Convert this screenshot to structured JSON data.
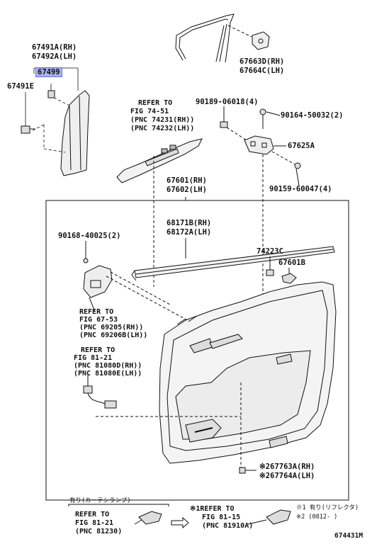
{
  "parts": {
    "p67491A_67492A": [
      "67491A(RH)",
      "67492A(LH)"
    ],
    "p67499": "67499",
    "p67491E": "67491E",
    "p67663D_67664C": [
      "67663D(RH)",
      "67664C(LH)"
    ],
    "p90189": "90189-06018(4)",
    "p90164": "90164-50032(2)",
    "p67625A": "67625A",
    "p90159": "90159-60047(4)",
    "p67601_67602": [
      "67601(RH)",
      "67602(LH)"
    ],
    "p68171B_68172A": [
      "68171B(RH)",
      "68172A(LH)"
    ],
    "p90168": "90168-40025(2)",
    "p74223C": "74223C",
    "p67601B": "67601B",
    "p67763A_67764A": [
      "※267763A(RH)",
      "※267764A(LH)"
    ]
  },
  "refs": {
    "fig74": [
      "REFER TO",
      "FIG 74-51",
      "(PNC 74231(RH))",
      "(PNC 74232(LH))"
    ],
    "fig67": [
      "REFER TO",
      "FIG 67-53",
      "(PNC 69205(RH))",
      "(PNC 69206B(LH))"
    ],
    "fig81a": [
      "REFER TO",
      "FIG 81-21",
      "(PNC 81080D(RH))",
      "(PNC 81080E(LH))"
    ],
    "fig81b_head": "有り(カーテシランプ)",
    "fig81b": [
      "REFER TO",
      "FIG 81-21",
      "(PNC 81230)"
    ],
    "fig81c": [
      "※1REFER TO",
      "FIG 81-15",
      "(PNC 81910A)"
    ]
  },
  "notes": [
    "※1 有り(リフレクタ)",
    "※2 (0812-      )"
  ],
  "diagram_id": "674431M"
}
